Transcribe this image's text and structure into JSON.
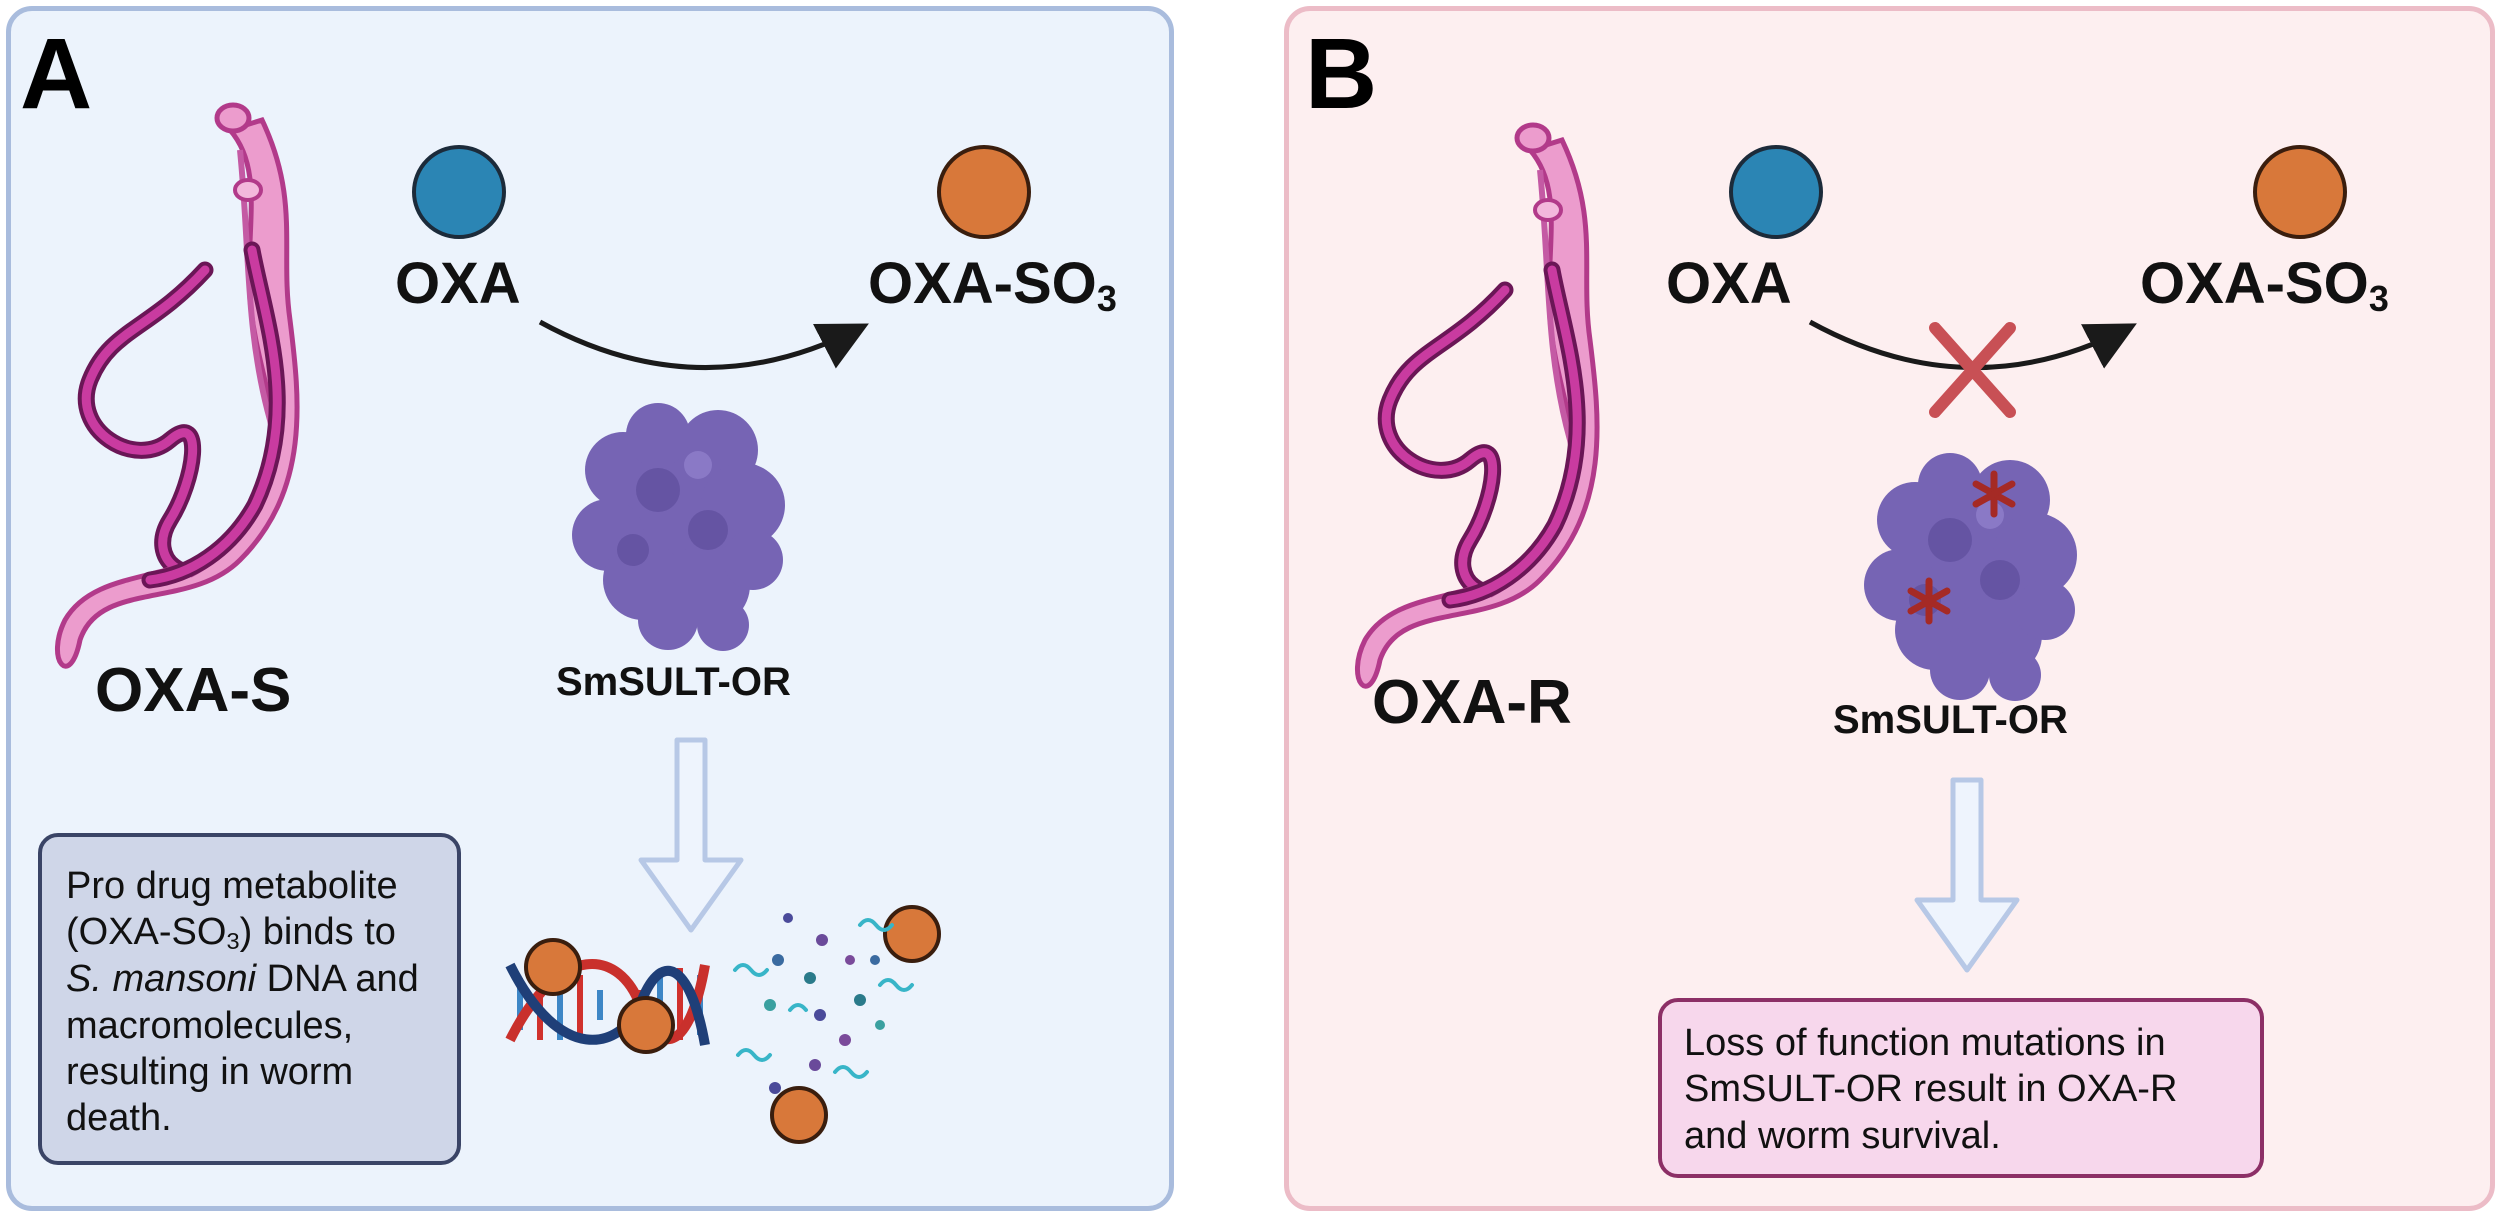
{
  "panel_a": {
    "letter": "A",
    "strain_label": "OXA-S",
    "substrate": "OXA",
    "product_prefix": "OXA-SO",
    "product_sub": "3",
    "enzyme": "SmSULT-OR",
    "note": {
      "t1": "Pro drug metabolite (OXA-SO",
      "t1_sub": "3",
      "t2": ") binds to ",
      "t2_italic": "S. mansoni",
      "t3": " DNA and macromolecules, resulting in worm death."
    }
  },
  "panel_b": {
    "letter": "B",
    "strain_label": "OXA-R",
    "substrate": "OXA",
    "product_prefix": "OXA-SO",
    "product_sub": "3",
    "enzyme": "SmSULT-OR",
    "note": "Loss of function mutations in SmSULT-OR result in OXA-R and worm survival."
  },
  "colors": {
    "oxa_circle": "#2b85b4",
    "product_circle": "#d8783a",
    "protein": "#7664b4",
    "mutation_mark": "#a52a25",
    "block_cross": "#c85055",
    "worm_body": "#ec9ccd",
    "worm_dark": "#b23a8a",
    "hollow_arrow": "#b7c8e6"
  }
}
